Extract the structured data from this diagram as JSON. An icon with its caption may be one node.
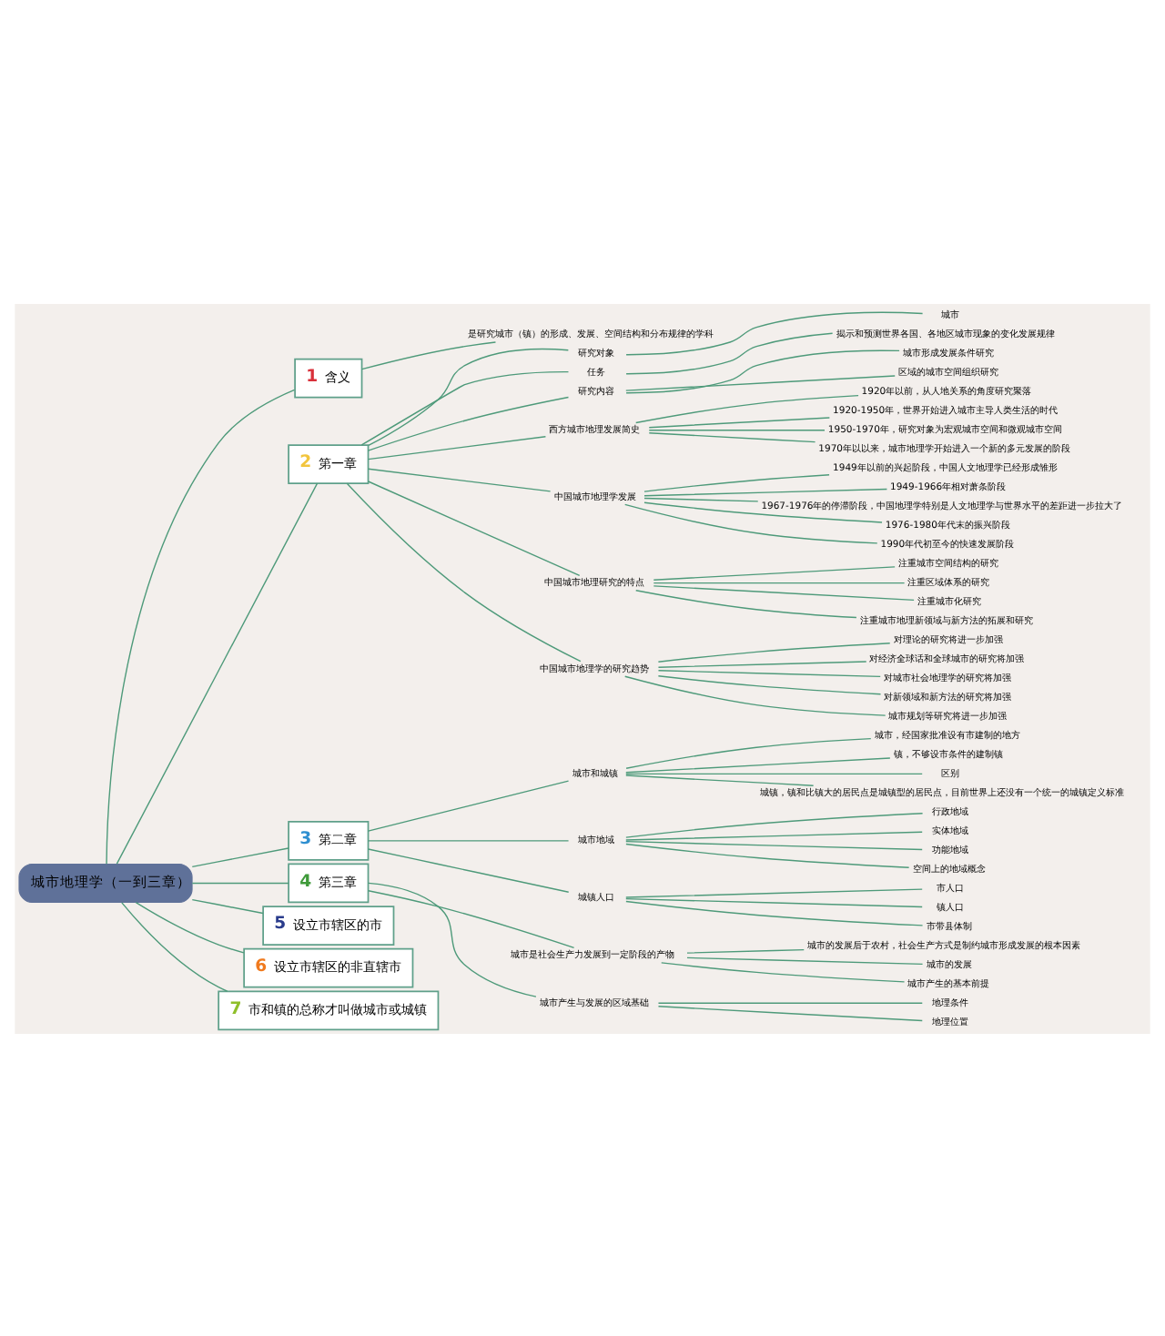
{
  "diagram": {
    "nodes": [
      {
        "text": [
          "城市地理学（一到三章）"
        ]
      },
      {
        "text": [
          "1",
          "含义"
        ]
      },
      {
        "text": [
          "是研究城市（镇）的形成、发展、空间结构和分布规律的学科"
        ]
      },
      {
        "text": [
          "2",
          "第一章"
        ]
      },
      {
        "text": [
          "研究对象"
        ]
      },
      {
        "text": [
          "城市"
        ]
      },
      {
        "text": [
          "任务"
        ]
      },
      {
        "text": [
          "揭示和预测世界各国、各地区城市现象的变化发展规律"
        ]
      },
      {
        "text": [
          "研究内容"
        ]
      },
      {
        "text": [
          "城市形成发展条件研究"
        ]
      },
      {
        "text": [
          "区域的城市空间组织研究"
        ]
      },
      {
        "text": [
          "西方城市地理发展简史"
        ]
      },
      {
        "text": [
          "1920年以前，从人地关系的角度研究聚落"
        ]
      },
      {
        "text": [
          "1920-1950年，世界开始进入城市主导人类生活的时代"
        ]
      },
      {
        "text": [
          "1950-1970年，研究对象为宏观城市空间和微观城市空间"
        ]
      },
      {
        "text": [
          "1970年以以来，城市地理学开始进入一个新的多元发展的阶段"
        ]
      },
      {
        "text": [
          "中国城市地理学发展"
        ]
      },
      {
        "text": [
          "1949年以前的兴起阶段，中国人文地理学已经形成雏形"
        ]
      },
      {
        "text": [
          "1949-1966年相对萧条阶段"
        ]
      },
      {
        "text": [
          "1967-1976年的停滞阶段，中国地理学特别是人文地理学与世界水平的差距进一步拉大了"
        ]
      },
      {
        "text": [
          "1976-1980年代末的振兴阶段"
        ]
      },
      {
        "text": [
          "1990年代初至今的快速发展阶段"
        ]
      },
      {
        "text": [
          "中国城市地理研究的特点"
        ]
      },
      {
        "text": [
          "注重城市空间结构的研究"
        ]
      },
      {
        "text": [
          "注重区域体系的研究"
        ]
      },
      {
        "text": [
          "注重城市化研究"
        ]
      },
      {
        "text": [
          "注重城市地理新领域与新方法的拓展和研究"
        ]
      },
      {
        "text": [
          "中国城市地理学的研究趋势"
        ]
      },
      {
        "text": [
          "对理论的研究将进一步加强"
        ]
      },
      {
        "text": [
          "对经济全球话和全球城市的研究将加强"
        ]
      },
      {
        "text": [
          "对城市社会地理学的研究将加强"
        ]
      },
      {
        "text": [
          "对新领域和新方法的研究将加强"
        ]
      },
      {
        "text": [
          "城市规划等研究将进一步加强"
        ]
      },
      {
        "text": [
          "3",
          "第二章"
        ]
      },
      {
        "text": [
          "城市和城镇"
        ]
      },
      {
        "text": [
          "城市，经国家批准设有市建制的地方"
        ]
      },
      {
        "text": [
          "镇，不够设市条件的建制镇"
        ]
      },
      {
        "text": [
          "区别"
        ]
      },
      {
        "text": [
          "城镇，镇和比镇大的居民点是城镇型的居民点，目前世界上还没有一个统一的城镇定义标准"
        ]
      },
      {
        "text": [
          "城市地域"
        ]
      },
      {
        "text": [
          "行政地域"
        ]
      },
      {
        "text": [
          "实体地域"
        ]
      },
      {
        "text": [
          "功能地域"
        ]
      },
      {
        "text": [
          "空间上的地域概念"
        ]
      },
      {
        "text": [
          "城镇人口"
        ]
      },
      {
        "text": [
          "市人口"
        ]
      },
      {
        "text": [
          "镇人口"
        ]
      },
      {
        "text": [
          "市带县体制"
        ]
      },
      {
        "text": [
          "4",
          "第三章"
        ]
      },
      {
        "text": [
          "城市是社会生产力发展到一定阶段的产物"
        ]
      },
      {
        "text": [
          "城市的发展后于农村，社会生产方式是制约城市形成发展的根本因素"
        ]
      },
      {
        "text": [
          "城市的发展"
        ]
      },
      {
        "text": [
          "城市产生的基本前提"
        ]
      },
      {
        "text": [
          "城市产生与发展的区域基础"
        ]
      },
      {
        "text": [
          "地理条件"
        ]
      },
      {
        "text": [
          "地理位置"
        ]
      },
      {
        "text": [
          "5",
          "设立市辖区的市"
        ]
      },
      {
        "text": [
          "6",
          "设立市辖区的非直辖市"
        ]
      },
      {
        "text": [
          "7",
          "市和镇的总称才叫做城市或城镇"
        ]
      }
    ],
    "edges": [
      {
        "from": 0,
        "to": 1,
        "arrow": "none"
      },
      {
        "from": 1,
        "to": 2,
        "arrow": "none"
      },
      {
        "from": 0,
        "to": 3,
        "arrow": "none"
      },
      {
        "from": 3,
        "to": 4,
        "arrow": "none"
      },
      {
        "from": 4,
        "to": 5,
        "arrow": "none"
      },
      {
        "from": 3,
        "to": 6,
        "arrow": "none"
      },
      {
        "from": 6,
        "to": 7,
        "arrow": "none"
      },
      {
        "from": 3,
        "to": 8,
        "arrow": "none"
      },
      {
        "from": 8,
        "to": 9,
        "arrow": "none"
      },
      {
        "from": 8,
        "to": 10,
        "arrow": "none"
      },
      {
        "from": 3,
        "to": 11,
        "arrow": "none"
      },
      {
        "from": 11,
        "to": 12,
        "arrow": "none"
      },
      {
        "from": 11,
        "to": 13,
        "arrow": "none"
      },
      {
        "from": 11,
        "to": 14,
        "arrow": "none"
      },
      {
        "from": 11,
        "to": 15,
        "arrow": "none"
      },
      {
        "from": 3,
        "to": 16,
        "arrow": "none"
      },
      {
        "from": 16,
        "to": 17,
        "arrow": "none"
      },
      {
        "from": 16,
        "to": 18,
        "arrow": "none"
      },
      {
        "from": 16,
        "to": 19,
        "arrow": "none"
      },
      {
        "from": 16,
        "to": 20,
        "arrow": "none"
      },
      {
        "from": 16,
        "to": 21,
        "arrow": "none"
      },
      {
        "from": 3,
        "to": 22,
        "arrow": "none"
      },
      {
        "from": 22,
        "to": 23,
        "arrow": "none"
      },
      {
        "from": 22,
        "to": 24,
        "arrow": "none"
      },
      {
        "from": 22,
        "to": 25,
        "arrow": "none"
      },
      {
        "from": 22,
        "to": 26,
        "arrow": "none"
      },
      {
        "from": 3,
        "to": 27,
        "arrow": "none"
      },
      {
        "from": 27,
        "to": 28,
        "arrow": "none"
      },
      {
        "from": 27,
        "to": 29,
        "arrow": "none"
      },
      {
        "from": 27,
        "to": 30,
        "arrow": "none"
      },
      {
        "from": 27,
        "to": 31,
        "arrow": "none"
      },
      {
        "from": 27,
        "to": 32,
        "arrow": "none"
      },
      {
        "from": 0,
        "to": 33,
        "arrow": "none"
      },
      {
        "from": 33,
        "to": 34,
        "arrow": "none"
      },
      {
        "from": 34,
        "to": 35,
        "arrow": "none"
      },
      {
        "from": 34,
        "to": 36,
        "arrow": "none"
      },
      {
        "from": 34,
        "to": 37,
        "arrow": "none"
      },
      {
        "from": 34,
        "to": 38,
        "arrow": "none"
      },
      {
        "from": 33,
        "to": 39,
        "arrow": "none"
      },
      {
        "from": 39,
        "to": 40,
        "arrow": "none"
      },
      {
        "from": 39,
        "to": 41,
        "arrow": "none"
      },
      {
        "from": 39,
        "to": 42,
        "arrow": "none"
      },
      {
        "from": 39,
        "to": 43,
        "arrow": "none"
      },
      {
        "from": 33,
        "to": 44,
        "arrow": "none"
      },
      {
        "from": 44,
        "to": 45,
        "arrow": "none"
      },
      {
        "from": 44,
        "to": 46,
        "arrow": "none"
      },
      {
        "from": 44,
        "to": 47,
        "arrow": "none"
      },
      {
        "from": 0,
        "to": 48,
        "arrow": "none"
      },
      {
        "from": 48,
        "to": 49,
        "arrow": "none"
      },
      {
        "from": 49,
        "to": 50,
        "arrow": "none"
      },
      {
        "from": 49,
        "to": 51,
        "arrow": "none"
      },
      {
        "from": 49,
        "to": 52,
        "arrow": "none"
      },
      {
        "from": 48,
        "to": 53,
        "arrow": "none"
      },
      {
        "from": 53,
        "to": 54,
        "arrow": "none"
      },
      {
        "from": 53,
        "to": 55,
        "arrow": "none"
      },
      {
        "from": 0,
        "to": 56,
        "arrow": "none"
      },
      {
        "from": 0,
        "to": 57,
        "arrow": "none"
      },
      {
        "from": 0,
        "to": 58,
        "arrow": "none"
      }
    ]
  }
}
